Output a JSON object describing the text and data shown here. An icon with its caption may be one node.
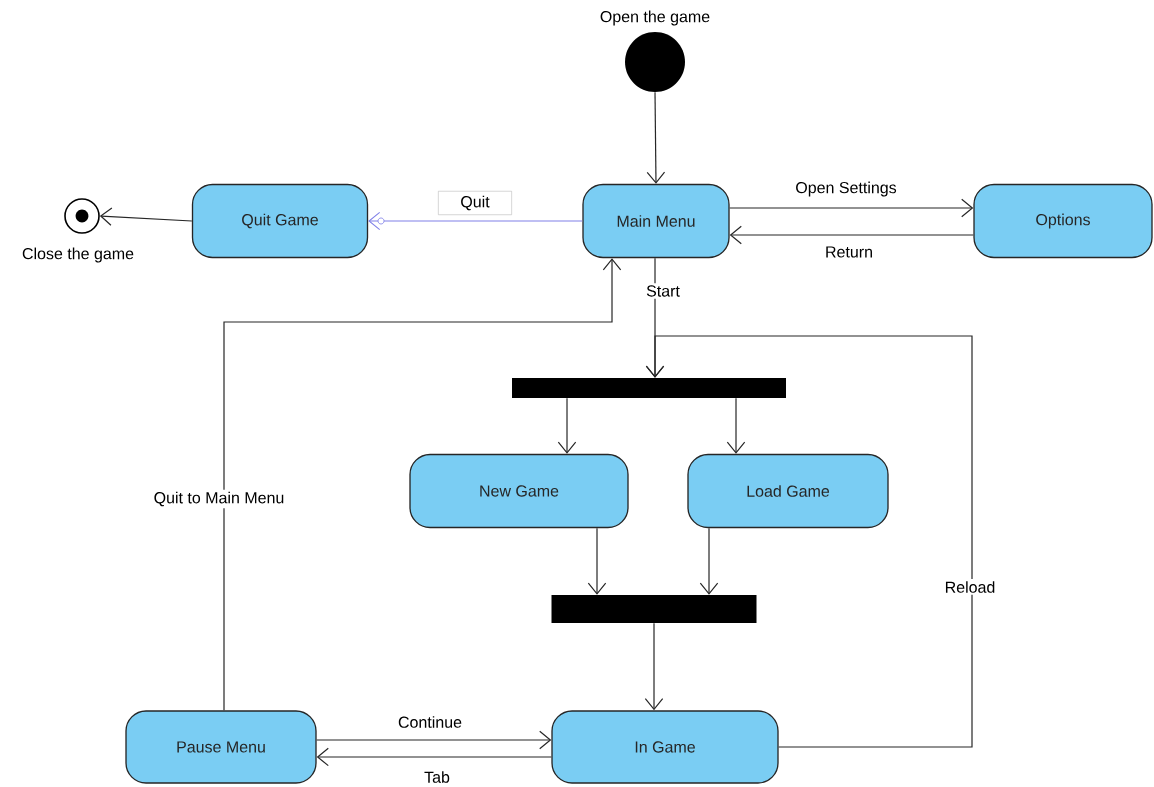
{
  "diagram": {
    "nodes": [
      {
        "text": [],
        "shape": "circle",
        "beside": [
          "Open the game"
        ]
      },
      {
        "text": [
          "Main Menu"
        ]
      },
      {
        "text": [
          "Options"
        ]
      },
      {
        "text": [
          "Quit Game"
        ]
      },
      {
        "text": [],
        "shape": "circle",
        "beside": [
          "Close the game"
        ]
      },
      {
        "text": [],
        "shape": "bar"
      },
      {
        "text": [
          "New Game"
        ]
      },
      {
        "text": [
          "Load Game"
        ]
      },
      {
        "text": [],
        "shape": "bar"
      },
      {
        "text": [
          "In Game"
        ]
      },
      {
        "text": [
          "Pause Menu"
        ]
      }
    ],
    "edges": [
      {
        "from": 0,
        "to": 1,
        "arrow": "to"
      },
      {
        "from": 1,
        "to": 2,
        "arrow": "to",
        "label": "Open Settings"
      },
      {
        "from": 2,
        "to": 1,
        "arrow": "to",
        "label": "Return"
      },
      {
        "from": 1,
        "to": 3,
        "arrow": "to",
        "label": "Quit",
        "color": "#8080e8"
      },
      {
        "from": 3,
        "to": 4,
        "arrow": "to"
      },
      {
        "from": 1,
        "to": 5,
        "arrow": "to",
        "label": "Start"
      },
      {
        "from": 9,
        "to": 5,
        "arrow": "to",
        "label": "Reload"
      },
      {
        "from": 5,
        "to": 6,
        "arrow": "to"
      },
      {
        "from": 5,
        "to": 7,
        "arrow": "to"
      },
      {
        "from": 6,
        "to": 8,
        "arrow": "to"
      },
      {
        "from": 7,
        "to": 8,
        "arrow": "to"
      },
      {
        "from": 8,
        "to": 9,
        "arrow": "to"
      },
      {
        "from": 10,
        "to": 9,
        "arrow": "to",
        "label": "Continue"
      },
      {
        "from": 9,
        "to": 10,
        "arrow": "to",
        "label": "Tab"
      },
      {
        "from": 10,
        "to": 1,
        "arrow": "to",
        "label": "Quit to Main Menu"
      }
    ]
  }
}
